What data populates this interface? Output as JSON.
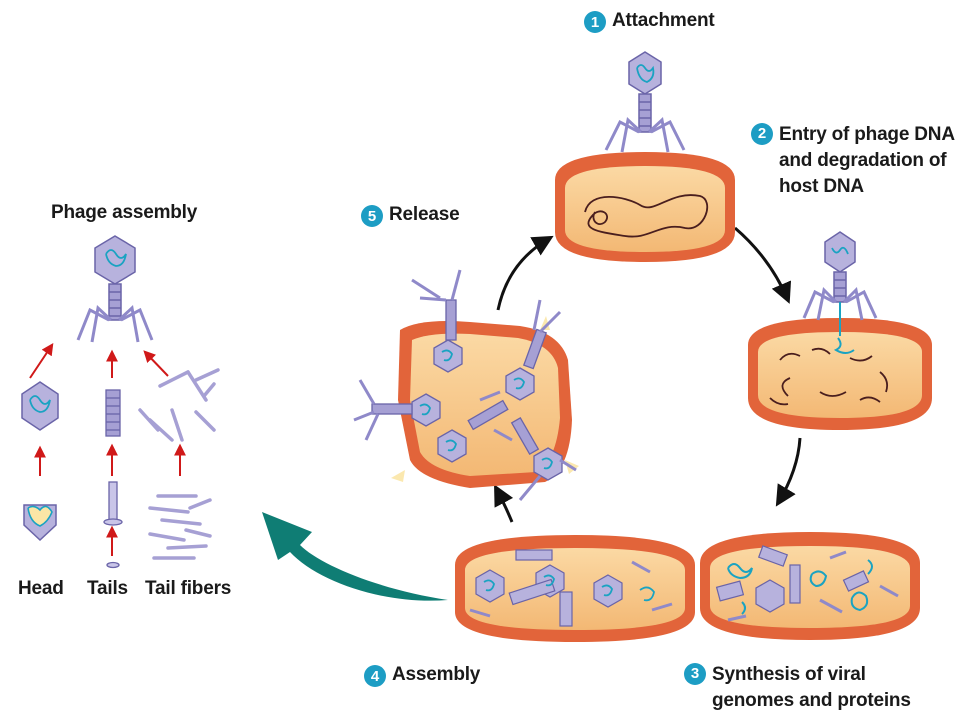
{
  "steps": [
    {
      "number": "1",
      "lines": [
        "Attachment"
      ]
    },
    {
      "number": "2",
      "lines": [
        "Entry of phage DNA",
        "and degradation of",
        "host DNA"
      ]
    },
    {
      "number": "3",
      "lines": [
        "Synthesis of viral",
        "genomes and proteins"
      ]
    },
    {
      "number": "4",
      "lines": [
        "Assembly"
      ]
    },
    {
      "number": "5",
      "lines": [
        "Release"
      ]
    }
  ],
  "assembly_panel": {
    "title": "Phage assembly",
    "components": [
      "Head",
      "Tails",
      "Tail fibers"
    ]
  },
  "colors": {
    "step_badge": "#1d9dc4",
    "cell_fill": "#f7c98a",
    "cell_wall": "#e2643a",
    "phage_body": "#b7b2dd",
    "phage_outline": "#6a64a8",
    "dna": "#1aa3c2",
    "cycle_arrow": "#111111",
    "assembly_arrow": "#d01919",
    "big_arrow": "#0f7d74"
  }
}
